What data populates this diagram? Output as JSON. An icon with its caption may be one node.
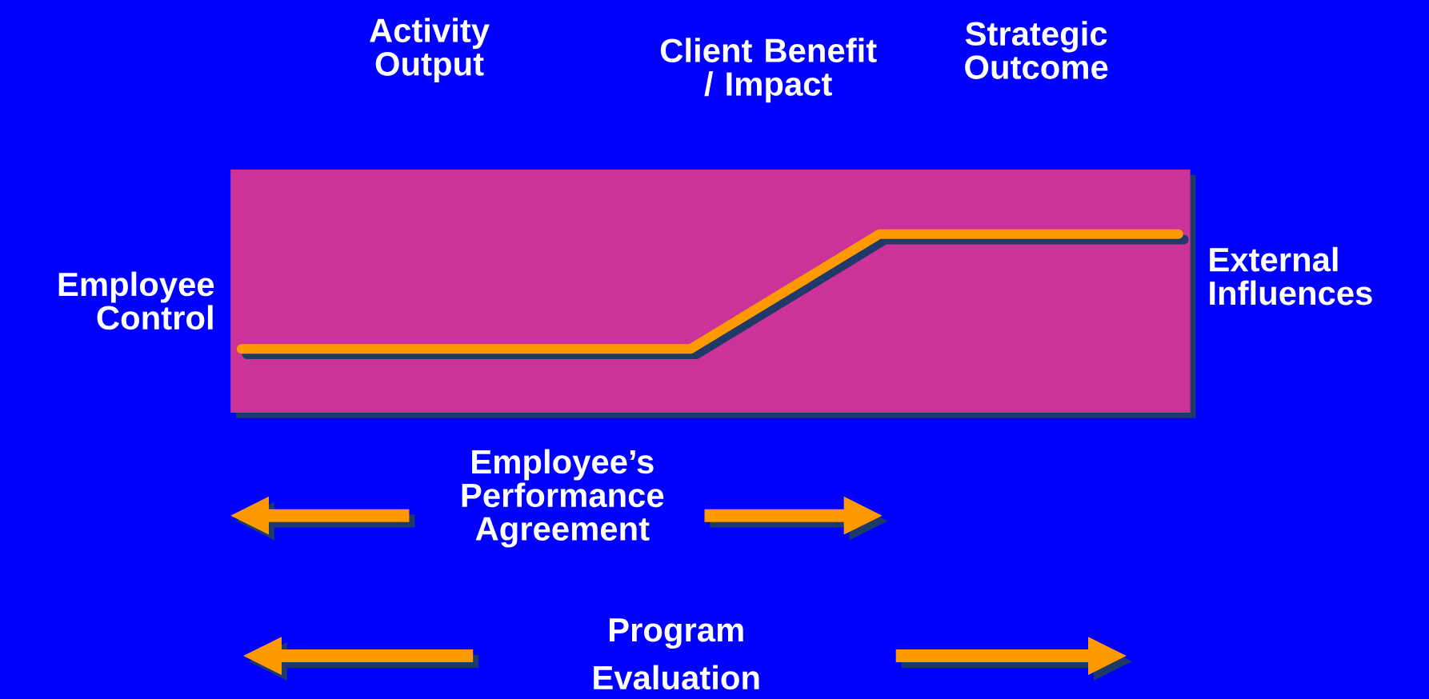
{
  "diagram": {
    "labels": [
      "Activity Output",
      "Client Benefit / Impact",
      "Strategic Outcome",
      "Employee Control",
      "External Influences",
      "Employee’s Performance Agreement",
      "Program Evaluation"
    ]
  }
}
